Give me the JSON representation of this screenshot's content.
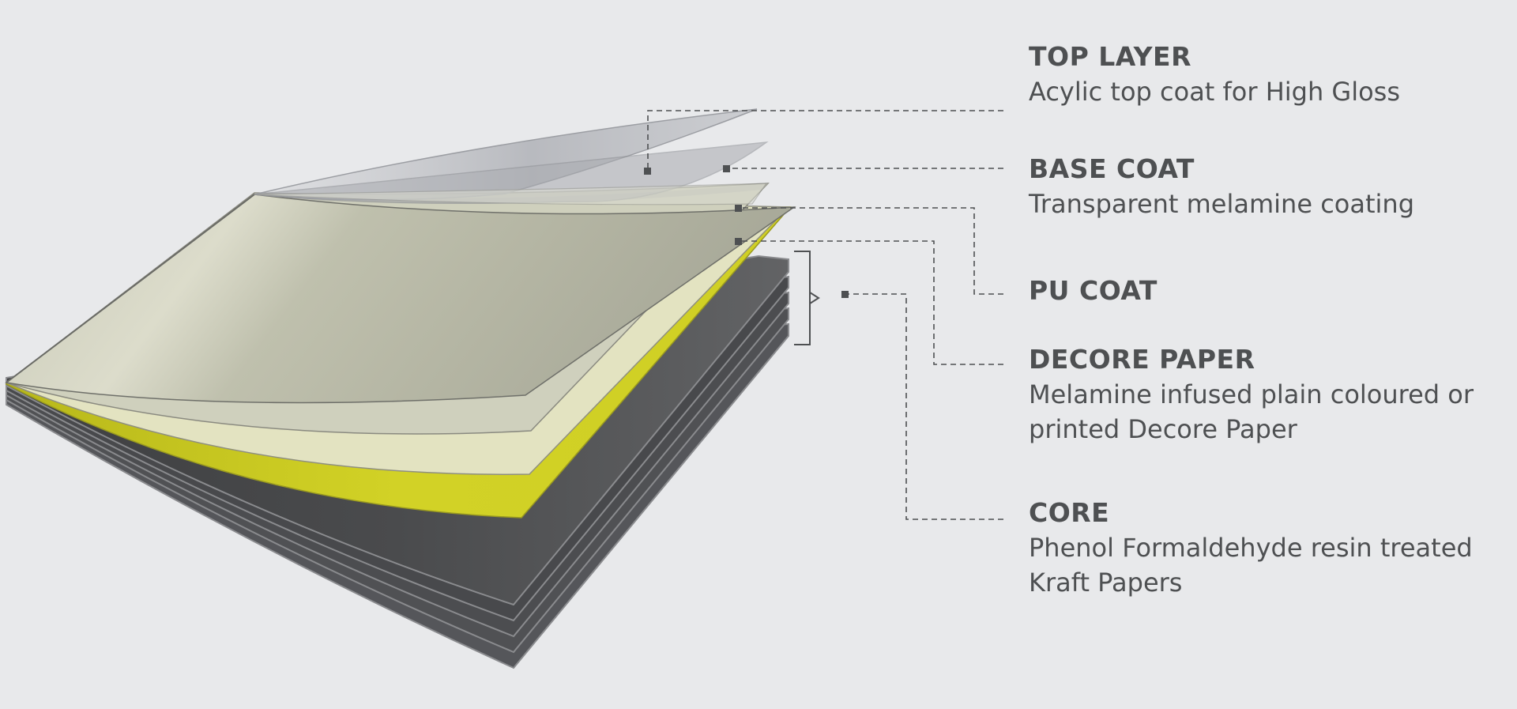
{
  "colors": {
    "background": "#e8e9eb",
    "text": "#4e5052",
    "leader_line": "#4e5052",
    "top_layer": "#b9bbc0",
    "base_coat": "#c6c6b6",
    "pu_coat": "#e2e2bf",
    "decore_paper": "#d0d024",
    "core": "#5a5b5d"
  },
  "layers": [
    {
      "id": "top-layer",
      "title": "TOP LAYER",
      "desc": [
        "Acylic top coat for High Gloss"
      ]
    },
    {
      "id": "base-coat",
      "title": "BASE COAT",
      "desc": [
        "Transparent melamine coating"
      ]
    },
    {
      "id": "pu-coat",
      "title": "PU COAT",
      "desc": []
    },
    {
      "id": "decore-paper",
      "title": "DECORE PAPER",
      "desc": [
        "Melamine infused plain coloured or",
        "printed Decore Paper"
      ]
    },
    {
      "id": "core",
      "title": "CORE",
      "desc": [
        "Phenol Formaldehyde resin treated",
        "Kraft Papers"
      ]
    }
  ]
}
